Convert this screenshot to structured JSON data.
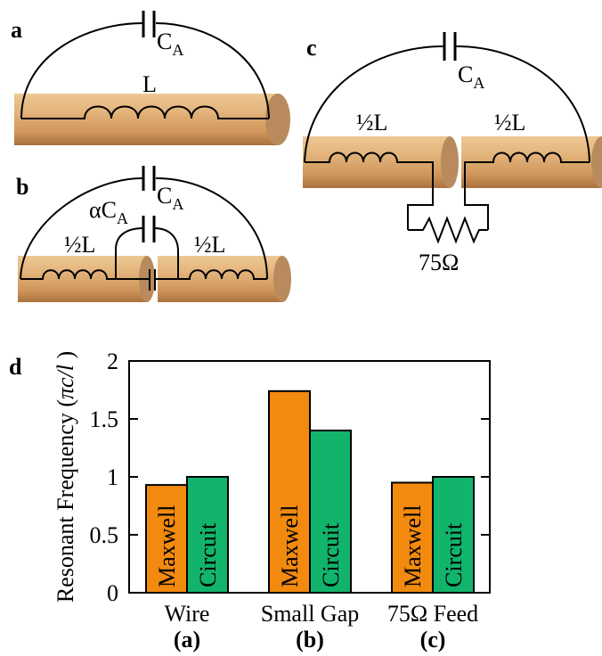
{
  "colors": {
    "wire_light": "#e9bf88",
    "wire_mid": "#d59e62",
    "wire_dark": "#9c6a3d",
    "wire_end": "#b98a5d",
    "maxwell": "#f28a0f",
    "circuit": "#12b36b",
    "line": "#000000"
  },
  "panels": {
    "a": {
      "letter": "a",
      "cap_label": "C",
      "cap_sub": "A",
      "ind_label": "L"
    },
    "b": {
      "letter": "b",
      "cap_label": "C",
      "cap_sub": "A",
      "gap_cap_prefix": "αC",
      "gap_cap_sub": "A",
      "ind_left": "½L",
      "ind_right": "½L"
    },
    "c": {
      "letter": "c",
      "cap_label": "C",
      "cap_sub": "A",
      "ind_left": "½L",
      "ind_right": "½L",
      "resistor_label": "75Ω"
    }
  },
  "chart_data": {
    "type": "bar",
    "panel_letter": "d",
    "ylabel_prefix": "Resonant Frequency (",
    "ylabel_unit": "πc/l",
    "ylabel_suffix": " )",
    "ylim": [
      0,
      2
    ],
    "yticks": [
      "0",
      "0.5",
      "1",
      "1.5",
      "2"
    ],
    "categories": [
      "Wire",
      "Small Gap",
      "75Ω Feed"
    ],
    "category_sublabels": [
      "(a)",
      "(b)",
      "(c)"
    ],
    "series": [
      {
        "name": "Maxwell",
        "values": [
          0.93,
          1.74,
          0.95
        ]
      },
      {
        "name": "Circuit",
        "values": [
          1.0,
          1.4,
          1.0
        ]
      }
    ]
  }
}
